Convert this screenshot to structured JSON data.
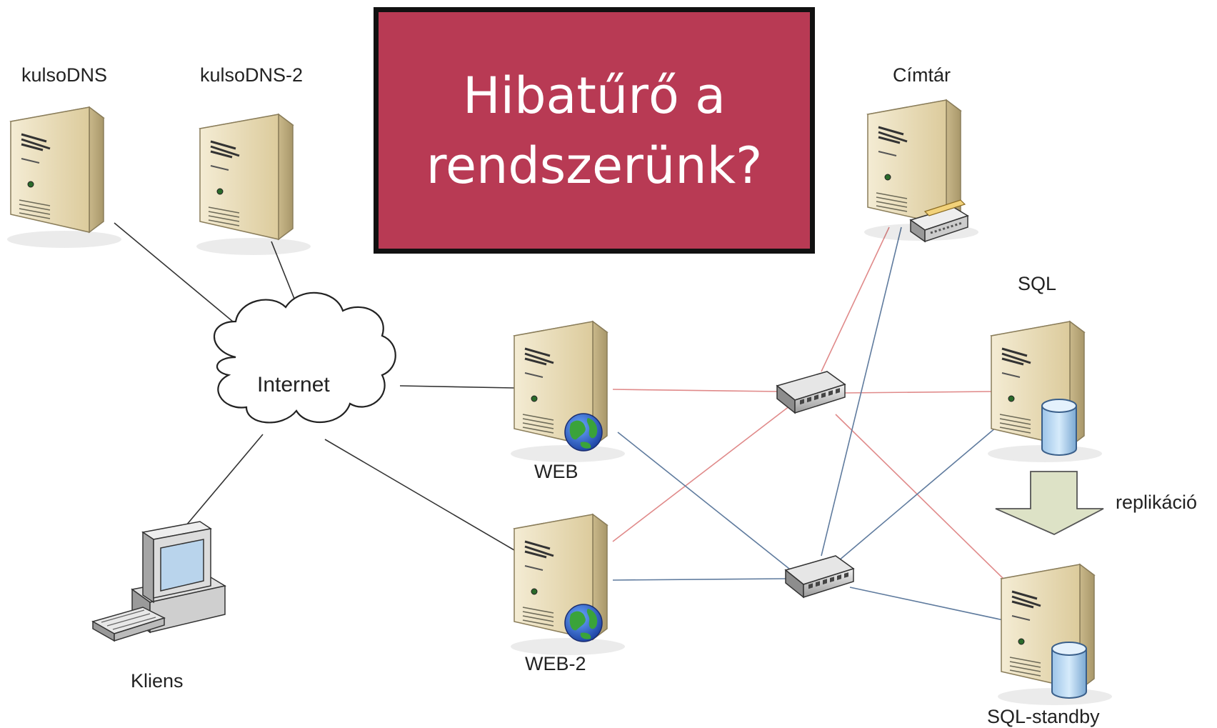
{
  "title": "Hibatűrő a\nrendszerünk?",
  "colors": {
    "title_fill": "#b83a54",
    "title_border": "#111111",
    "link_black": "#333333",
    "link_red": "#e08a8a",
    "link_blue": "#5f7b9e",
    "server_body": "#e8dcb8"
  },
  "nodes": {
    "kulsodns": "kulsoDNS",
    "kulsodns2": "kulsoDNS-2",
    "internet": "Internet",
    "kliens": "Kliens",
    "web": "WEB",
    "web2": "WEB-2",
    "cimtar": "Címtár",
    "sql": "SQL",
    "sql_standby": "SQL-standby",
    "replikacio": "replikáció"
  },
  "icons": {
    "server": "server-tower-icon",
    "cloud": "cloud-icon",
    "switch": "network-switch-icon",
    "workstation": "desktop-computer-icon",
    "globe": "globe-icon",
    "database": "database-cylinder-icon",
    "directory": "directory-tray-icon",
    "arrow": "down-arrow-icon"
  }
}
